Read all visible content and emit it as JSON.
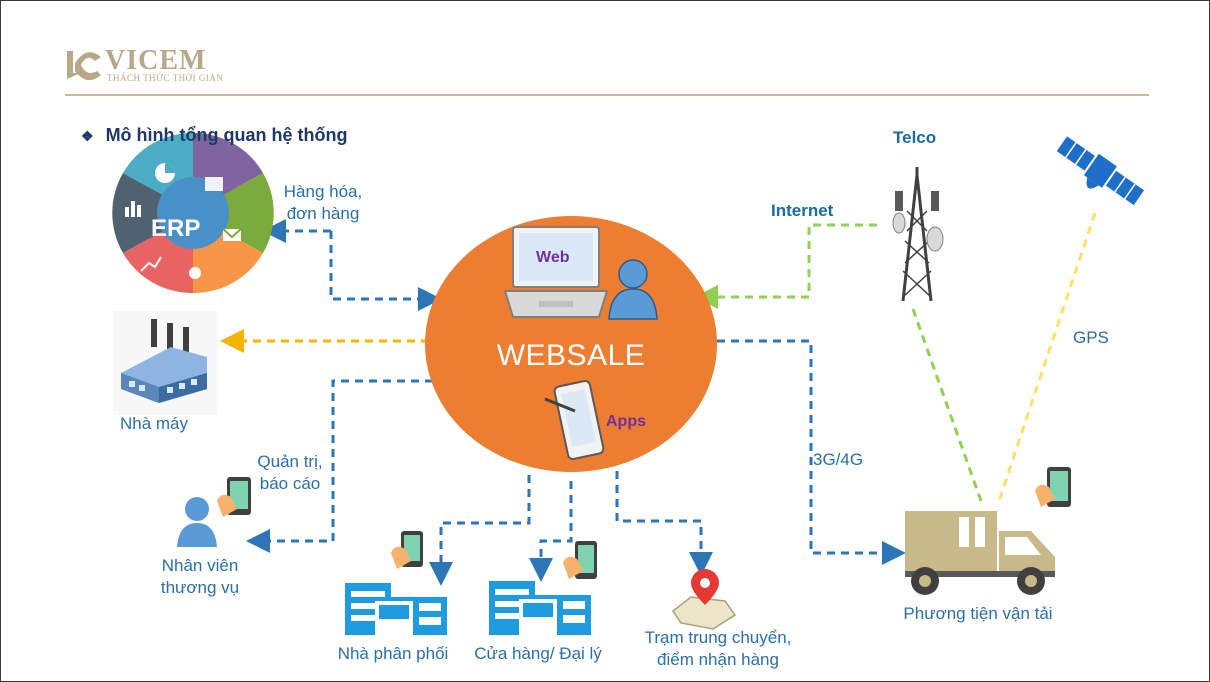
{
  "brand": {
    "name": "VICEM",
    "tagline": "THÁCH THỨC THỜI GIAN",
    "colors": {
      "gold": "#b9a78a",
      "title_blue": "#1f3864",
      "label_blue": "#2b6fa8"
    }
  },
  "slide_title": "Mô hình tổng quan hệ thống",
  "center": {
    "title": "WEBSALE",
    "web_label": "Web",
    "apps_label": "Apps",
    "color": "#ed7d31"
  },
  "erp": {
    "label": "ERP"
  },
  "labels": {
    "erp_flow": [
      "Hàng hóa,",
      "đơn hàng"
    ],
    "factory": "Nhà máy",
    "admin_flow": [
      "Quản trị,",
      "báo cáo"
    ],
    "staff": [
      "Nhân viên",
      "thương vụ"
    ],
    "distributor": "Nhà phân phối",
    "store": "Cửa hàng/ Đại lý",
    "transfer": [
      "Trạm trung chuyển,",
      "điểm nhận hàng"
    ],
    "vehicle": "Phương tiện vận tải",
    "mobile": "3G/4G",
    "internet": "Internet",
    "telco": "Telco",
    "gps": "GPS"
  },
  "line_colors": {
    "blue": "#2e75b6",
    "green": "#92d050",
    "yellow": "#ffd966",
    "orange": "#f4b400"
  }
}
